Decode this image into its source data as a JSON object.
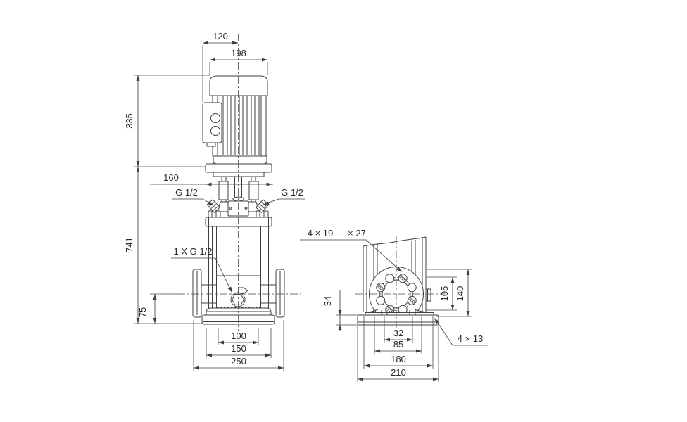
{
  "front_view": {
    "dim_motor_half_width": "120",
    "dim_motor_width": "198",
    "dim_motor_height": "335",
    "dim_pump_height": "741",
    "dim_motor_stool_width": "160",
    "label_plug_left": "G 1/2",
    "label_plug_right": "G 1/2",
    "label_drain_plug": "1 X G 1/2",
    "dim_port_height": "75",
    "dim_base_width_inner": "100",
    "dim_base_width_mid": "150",
    "dim_port_span": "250"
  },
  "side_view": {
    "label_flange_holes": "4 × 19",
    "label_flange_holes_2": "× 27",
    "dim_base_thickness": "34",
    "dim_bolt_circle": "105",
    "dim_flange_od": "140",
    "dim_feet_inner": "32",
    "dim_feet_outer": "85",
    "dim_base_holes_span": "180",
    "dim_base_width": "210",
    "label_base_holes": "4 × 13"
  }
}
